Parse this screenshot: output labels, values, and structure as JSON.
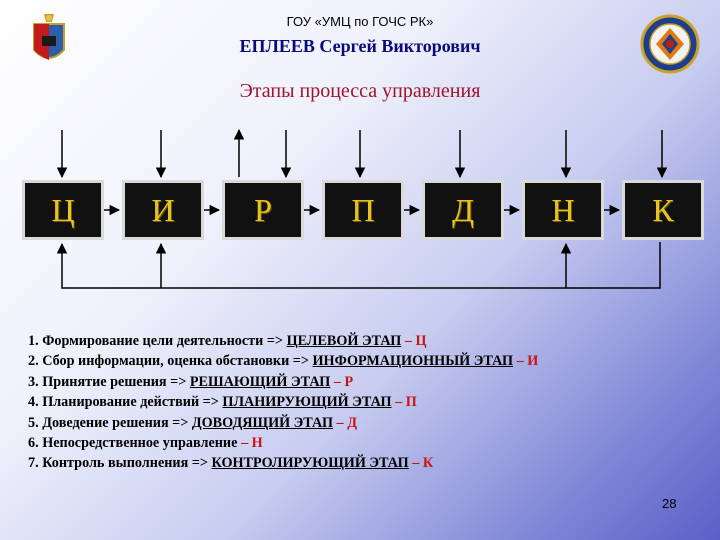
{
  "header": {
    "org": "ГОУ «УМЦ по ГОЧС РК»",
    "author": "ЕПЛЕЕВ Сергей Викторович"
  },
  "slide_title": "Этапы процесса управления",
  "stages": [
    {
      "letter": "Ц"
    },
    {
      "letter": "И"
    },
    {
      "letter": "Р"
    },
    {
      "letter": "П"
    },
    {
      "letter": "Д"
    },
    {
      "letter": "Н"
    },
    {
      "letter": "К"
    }
  ],
  "list": [
    {
      "num": "1.",
      "text": "Формирование цели деятельности => ",
      "stage": "ЦЕЛЕВОЙ ЭТАП",
      "suffix": " – Ц"
    },
    {
      "num": "2.",
      "text": "Сбор информации, оценка обстановки => ",
      "stage": "ИНФОРМАЦИОННЫЙ ЭТАП",
      "suffix": "  – И"
    },
    {
      "num": "3.",
      "text": "Принятие решения => ",
      "stage": "РЕШАЮЩИЙ ЭТАП",
      "suffix": " – Р"
    },
    {
      "num": "4.",
      "text": "Планирование действий => ",
      "stage": "ПЛАНИРУЮЩИЙ ЭТАП",
      "suffix": " – П"
    },
    {
      "num": "5.",
      "text": "Доведение решения => ",
      "stage": "ДОВОДЯЩИЙ ЭТАП",
      "suffix": " – Д"
    },
    {
      "num": "6.",
      "text": "Непосредственное управление ",
      "stage": "",
      "suffix": "– Н"
    },
    {
      "num": "7.",
      "text": "Контроль выполнения => ",
      "stage": "КОНТРОЛИРУЮЩИЙ ЭТАП",
      "suffix": "  – К"
    }
  ],
  "page_number": "28",
  "colors": {
    "box_letter": "#e6c320",
    "box_fill": "#111111",
    "title": "#a0142a",
    "author": "#0a0a78",
    "suffix": "#c81414"
  },
  "icons": {
    "left": "karelia-coat-of-arms-icon",
    "right": "emercom-emblem-icon"
  }
}
